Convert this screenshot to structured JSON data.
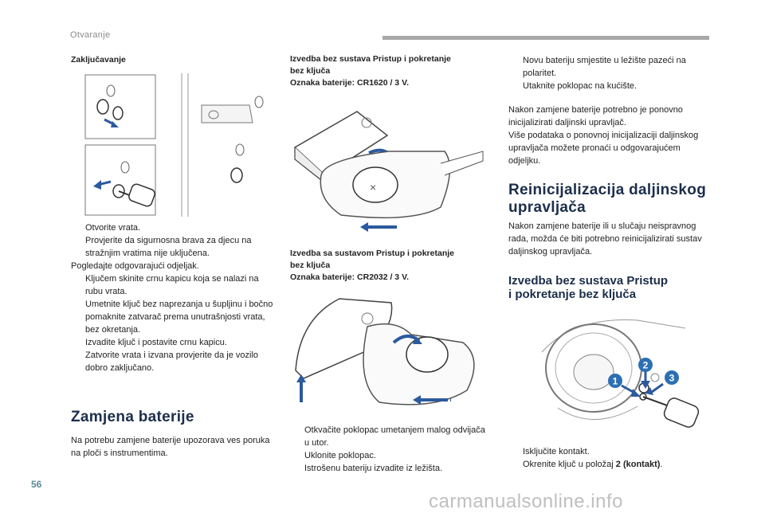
{
  "header": {
    "section": "Otvaranje"
  },
  "page_number": "56",
  "watermark": "carmanualsonline.info",
  "left": {
    "title": "Zaključavanje",
    "lines": [
      {
        "b": true,
        "t": "Otvorite vrata."
      },
      {
        "b": true,
        "t": "Provjerite da sigurnosna brava za djecu na stražnjim vratima nije uključena."
      },
      {
        "b": false,
        "t": "Pogledajte odgovarajući odjeljak."
      },
      {
        "b": true,
        "t": "Ključem skinite crnu kapicu koja se nalazi na rubu vrata."
      },
      {
        "b": true,
        "t": "Umetnite ključ bez naprezanja u šupljinu i bočno pomaknite zatvarač prema unutrašnjosti vrata, bez okretanja."
      },
      {
        "b": true,
        "t": "Izvadite ključ i postavite crnu kapicu."
      },
      {
        "b": true,
        "t": "Zatvorite vrata i izvana provjerite da je vozilo dobro zaključano."
      }
    ],
    "h2": "Zamjena baterije",
    "para": "Na potrebu zamjene baterije upozorava ves poruka na ploči s instrumentima."
  },
  "middle": {
    "sub1_l1": "Izvedba bez sustava Pristup i pokretanje",
    "sub1_l2": "bez ključa",
    "sub1_l3": "Oznaka baterije: CR1620 / 3 V.",
    "sub2_l1": "Izvedba sa sustavom Pristup i pokretanje",
    "sub2_l2": "bez ključa",
    "sub2_l3": "Oznaka baterije: CR2032 / 3 V.",
    "bullets": [
      "Otkvačite poklopac umetanjem malog odvijača u utor.",
      "Uklonite poklopac.",
      "Istrošenu bateriju izvadite iz ležišta."
    ]
  },
  "right": {
    "bullets1": [
      "Novu bateriju smjestite u ležište pazeći na polaritet.",
      "Utaknite poklopac na kućište."
    ],
    "p1": "Nakon zamjene baterije potrebno je ponovno inicijalizirati daljinski upravljač.",
    "p2": "Više podataka o ponovnoj inicijalizaciji daljinskog upravljača možete pronaći u odgovarajućem odjeljku.",
    "h2_l1": "Reinicijalizacija daljinskog",
    "h2_l2": "upravljača",
    "p3": "Nakon zamjene baterije ili u slučaju neispravnog rada, možda će biti potrebno reinicijalizirati sustav daljinskog upravljača.",
    "h3_l1": "Izvedba bez sustava Pristup",
    "h3_l2": "i pokretanje bez ključa",
    "callouts": [
      "1",
      "2",
      "3"
    ],
    "bullets2_a": "Isključite kontakt.",
    "bullets2_b_pre": "Okrenite ključ u položaj ",
    "bullets2_b_bold": "2 (kontakt)",
    "bullets2_b_post": "."
  },
  "bullet_mark": "",
  "colors": {
    "heading": "#1c2e4a",
    "arrow": "#2b5a9e",
    "callout": "#2d6fb4",
    "header_bar": "#a8a8a8"
  }
}
